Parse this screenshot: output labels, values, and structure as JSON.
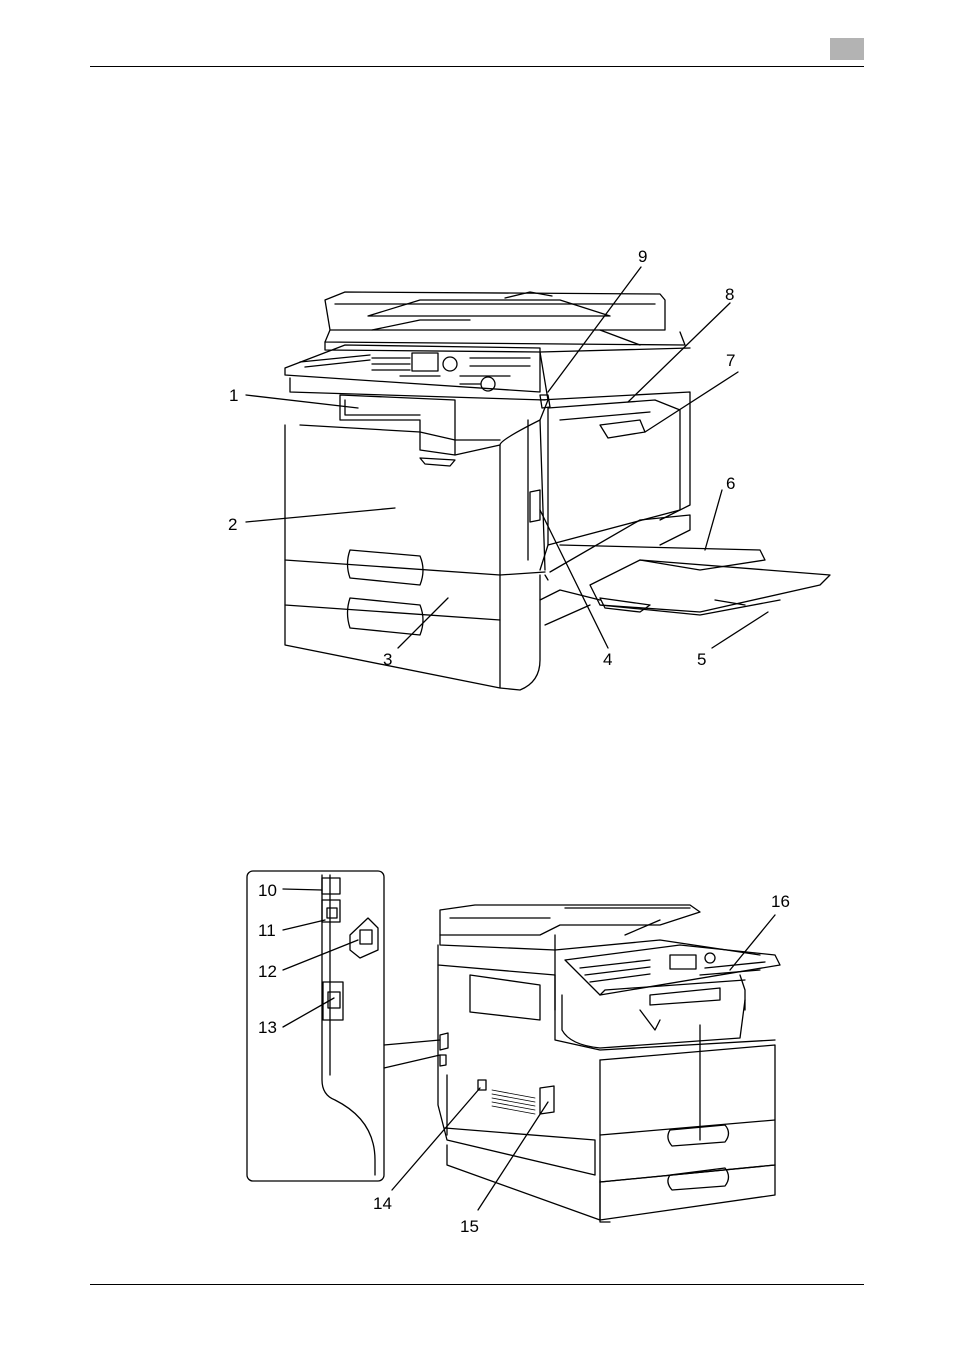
{
  "figure_front": {
    "callouts": [
      "1",
      "2",
      "3",
      "4",
      "5",
      "6",
      "7",
      "8",
      "9"
    ]
  },
  "figure_rear": {
    "callouts": [
      "10",
      "11",
      "12",
      "13",
      "14",
      "15",
      "16"
    ]
  }
}
